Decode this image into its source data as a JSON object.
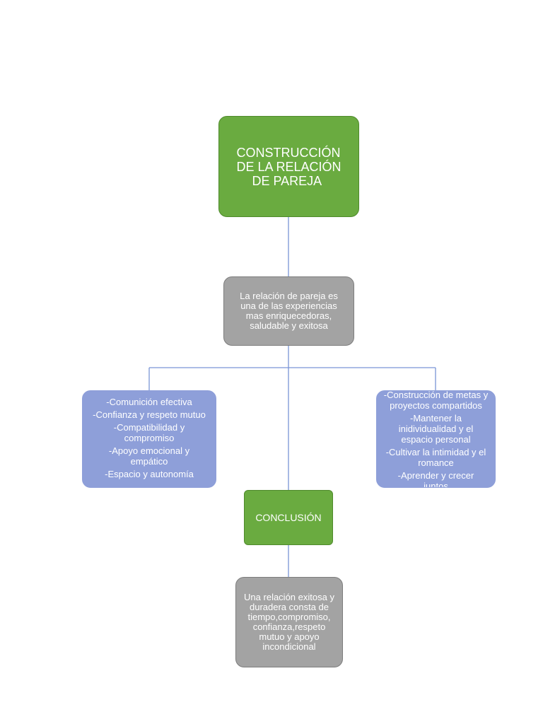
{
  "diagram": {
    "title": {
      "lines": [
        "CONSTRUCCIÓN",
        "DE LA RELACIÓN",
        "DE PAREJA"
      ]
    },
    "intro": "La relación de pareja es una de las experiencias mas enriquecedoras, saludable y exitosa",
    "left_list": [
      "-Comunición efectiva",
      "-Confianza y respeto mutuo",
      "-Compatibilidad y compromiso",
      "-Apoyo emocional y empático",
      "-Espacio y autonomía"
    ],
    "right_list": [
      "-Construcción de metas y proyectos compartidos",
      "-Mantener la inidividualidad y el espacio personal",
      "-Cultivar la intimidad y el romance",
      "-Aprender y crecer juntos"
    ],
    "conclusion_label": "CONCLUSIÓN",
    "conclusion_text": "Una relación exitosa y duradera consta de tiempo,compromiso, confianza,respeto mutuo y apoyo incondicional"
  },
  "colors": {
    "green": "#6aab40",
    "gray": "#a3a3a3",
    "blue": "#8e9fd9",
    "connector": "#7a94d6"
  }
}
